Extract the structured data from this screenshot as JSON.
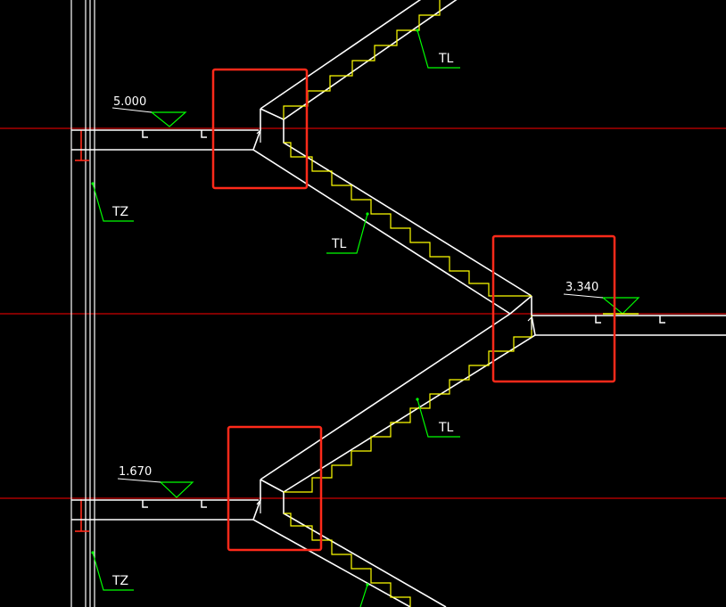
{
  "elevations": [
    {
      "id": "top",
      "value": "5.000"
    },
    {
      "id": "mid",
      "value": "3.340"
    },
    {
      "id": "bottom",
      "value": "1.670"
    }
  ],
  "labels": {
    "tl_top": "TL",
    "tl_mid": "TL",
    "tl_lower": "TL",
    "tz_upper": "TZ",
    "tz_lower": "TZ"
  },
  "colors": {
    "background": "#000000",
    "outline": "#ffffff",
    "steps": "#ffff00",
    "axis": "#ff0000",
    "leader": "#00ff00",
    "highlight_box": "#ff2a1a"
  }
}
